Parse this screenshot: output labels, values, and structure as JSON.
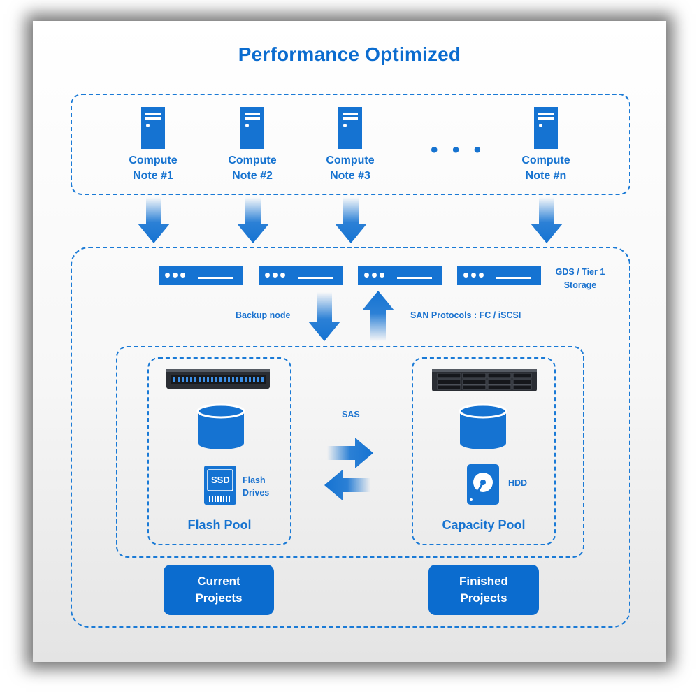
{
  "title": "Performance Optimized",
  "compute_nodes": [
    {
      "line1": "Compute",
      "line2": "Note #1"
    },
    {
      "line1": "Compute",
      "line2": "Note #2"
    },
    {
      "line1": "Compute",
      "line2": "Note #3"
    },
    {
      "line1": "Compute",
      "line2": "Note #n"
    }
  ],
  "ellipsis": "• • •",
  "storage_tier": {
    "line1": "GDS / Tier 1",
    "line2": "Storage"
  },
  "backup_label": "Backup node",
  "san_label": "SAN Protocols : FC / iSCSI",
  "sas_label": "SAS",
  "flash_pool": {
    "title": "Flash Pool",
    "ssd_label": "SSD",
    "drives_line1": "Flash",
    "drives_line2": "Drives"
  },
  "capacity_pool": {
    "title": "Capacity Pool",
    "hdd_label": "HDD"
  },
  "buttons": {
    "current": {
      "line1": "Current",
      "line2": "Projects"
    },
    "finished": {
      "line1": "Finished",
      "line2": "Projects"
    }
  },
  "colors": {
    "primary": "#0b6ccf",
    "icon_blue": "#1573d2",
    "frame_shadow": "#000000"
  }
}
